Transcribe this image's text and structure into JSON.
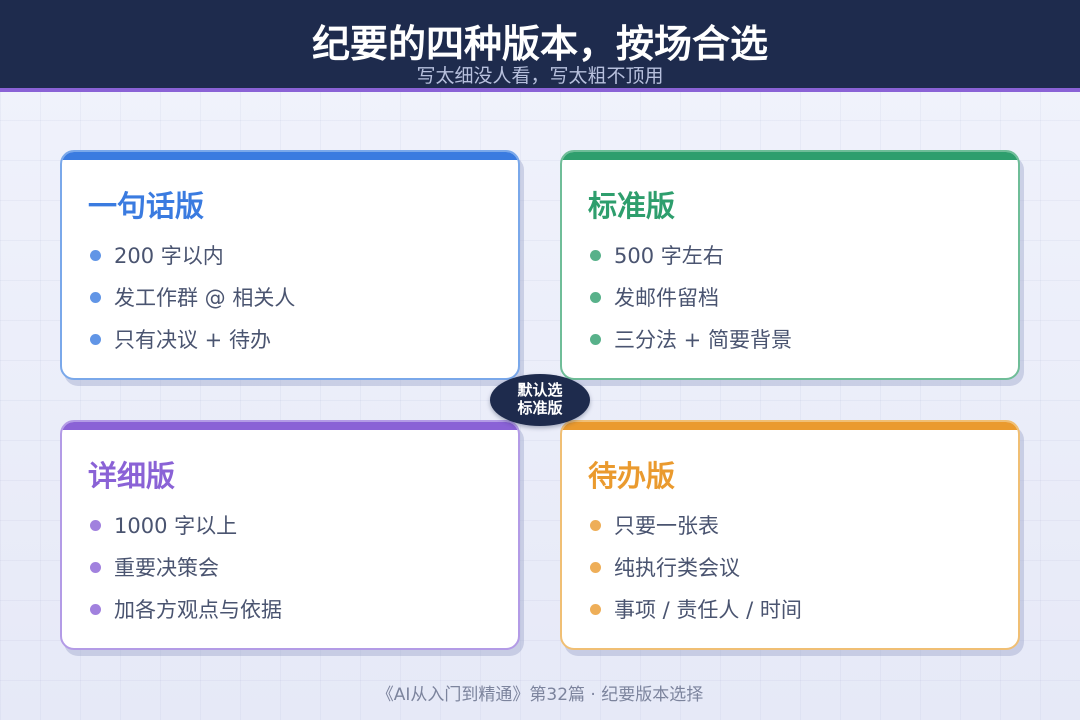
{
  "header": {
    "title": "纪要的四种版本，按场合选",
    "subtitle": "写太细没人看，写太粗不顶用"
  },
  "cards": [
    {
      "title": "一句话版",
      "color": "#3a7be0",
      "items": [
        "200 字以内",
        "发工作群 @ 相关人",
        "只有决议 + 待办"
      ]
    },
    {
      "title": "标准版",
      "color": "#2e9e6d",
      "items": [
        "500 字左右",
        "发邮件留档",
        "三分法 + 简要背景"
      ]
    },
    {
      "title": "详细版",
      "color": "#8a62d6",
      "items": [
        "1000 字以上",
        "重要决策会",
        "加各方观点与依据"
      ]
    },
    {
      "title": "待办版",
      "color": "#ea9a2e",
      "items": [
        "只要一张表",
        "纯执行类会议",
        "事项 / 责任人 / 时间"
      ]
    }
  ],
  "badge": {
    "line1": "默认选",
    "line2": "标准版"
  },
  "footer": {
    "text": "《AI从入门到精通》第32篇 · 纪要版本选择"
  }
}
